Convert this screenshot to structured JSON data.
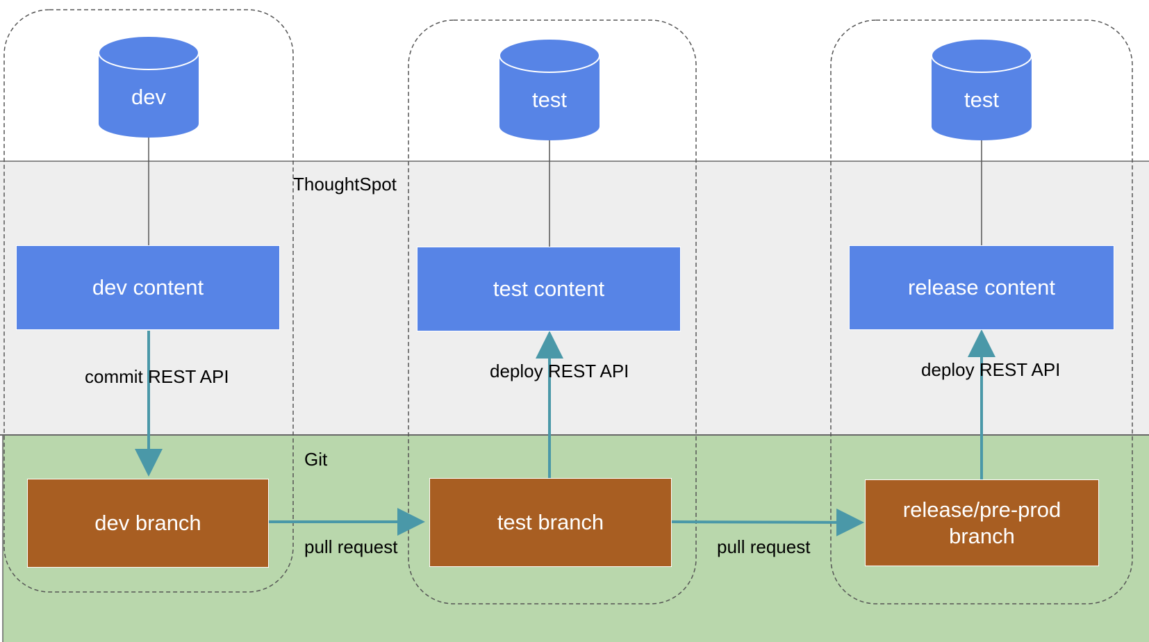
{
  "bands": {
    "thoughtspot": {
      "label": "ThoughtSpot",
      "color": "#eeeeee"
    },
    "git": {
      "label": "Git",
      "color": "#b9d7ac"
    }
  },
  "databases": [
    {
      "label": "dev"
    },
    {
      "label": "test"
    },
    {
      "label": "test"
    }
  ],
  "content_boxes": [
    {
      "label": "dev content"
    },
    {
      "label": "test content"
    },
    {
      "label": "release content"
    }
  ],
  "branches": [
    {
      "label": "dev branch"
    },
    {
      "label": "test branch"
    },
    {
      "label": "release/pre-prod branch"
    }
  ],
  "connections": {
    "commit": "commit REST API",
    "deploy_test": "deploy REST API",
    "deploy_release": "deploy REST API",
    "pull_request_1": "pull request",
    "pull_request_2": "pull request"
  },
  "colors": {
    "database": "#5784e6",
    "content": "#5784e6",
    "branch": "#a85e22",
    "arrow": "#4a98a8",
    "dashed_group": "#555555"
  }
}
